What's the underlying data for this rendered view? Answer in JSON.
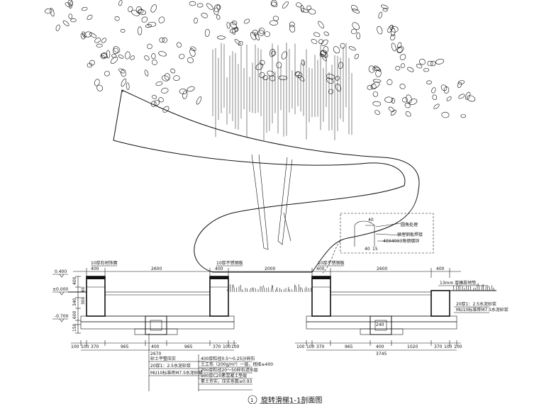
{
  "drawing": {
    "title": "旋转滑梯1-1剖面图",
    "title_number": "1",
    "left_section": {
      "elev_top": "0.400",
      "elev_ground": "±0.000",
      "elev_base": "-0.700",
      "vertical_dims": [
        "400",
        "60",
        "300",
        "340",
        "600",
        "100",
        "150"
      ],
      "top_dims": [
        "400",
        "2600",
        "400"
      ],
      "top_labels": [
        "10厚石材饰面",
        "10厚不锈钢板"
      ],
      "bottom_dims": [
        "100",
        "100",
        "370",
        "965",
        "400",
        "965",
        "370",
        "100",
        "100"
      ],
      "bottom_total": "2670",
      "drain_dim": "400"
    },
    "middle_dim": "2000",
    "right_section": {
      "top_dims": [
        "400",
        "2600",
        "400"
      ],
      "top_labels": [
        "10厚不锈钢板"
      ],
      "bottom_dims": [
        "100",
        "100",
        "370",
        "965",
        "400",
        "1020",
        "370",
        "100",
        "100"
      ],
      "bottom_total": "3745",
      "drain_dim": "240",
      "side_notes": [
        "13mm 厚橡胶地垫",
        "20厚1：2.5水泥砂浆",
        "MU10标准砖M7.5水泥砂浆"
      ]
    },
    "detail": {
      "dims": [
        "40",
        "15",
        "40"
      ],
      "notes": [
        "圆角处理",
        "预埋钢板焊接",
        "40X40X3角钢镀锌"
      ]
    },
    "legend": [
      "砂土平整压实",
      "20厚1：2.5水泥砂浆",
      "MU10标准砖M7.5水泥砂浆",
      "400厚粒径0.5～0.25沙碎石",
      "土工布（200g/m²）一层，搭接≥400",
      "200厚粒径20～50碎石滤水层",
      "100厚C20素混凝土垫层",
      "素土夯实，压实系数≥0.93"
    ]
  }
}
